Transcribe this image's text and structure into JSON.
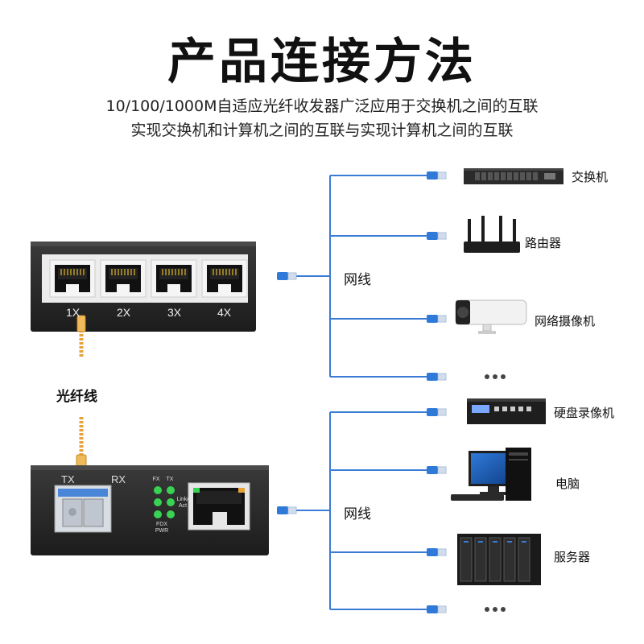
{
  "title": "产品连接方法",
  "subtitle_lines": [
    "10/100/1000M自适应光纤收发器广泛应用于交换机之间的互联",
    "实现交换机和计算机之间的互联与实现计算机之间的互联"
  ],
  "top_unit": {
    "ports": [
      "1X",
      "2X",
      "3X",
      "4X"
    ]
  },
  "fiber_label": "光纤线",
  "bottom_unit": {
    "tx": "TX",
    "rx": "RX",
    "led_labels": [
      "FX",
      "TX",
      "Link/\nAct",
      "FDX\nPWR"
    ]
  },
  "cable_label": "网线",
  "top_devices": [
    {
      "name": "交换机",
      "icon": "switch-icon"
    },
    {
      "name": "路由器",
      "icon": "router-icon"
    },
    {
      "name": "网络摄像机",
      "icon": "camera-icon"
    },
    {
      "name": "",
      "icon": "more-dots"
    }
  ],
  "bottom_devices": [
    {
      "name": "硬盘录像机",
      "icon": "dvr-icon"
    },
    {
      "name": "电脑",
      "icon": "computer-icon"
    },
    {
      "name": "服务器",
      "icon": "server-icon"
    },
    {
      "name": "",
      "icon": "more-dots"
    }
  ],
  "colors": {
    "line": "#3a7bd5",
    "device_dark": "#2a2a2a",
    "led": "#39d353",
    "fiber": "#e8a23a"
  }
}
